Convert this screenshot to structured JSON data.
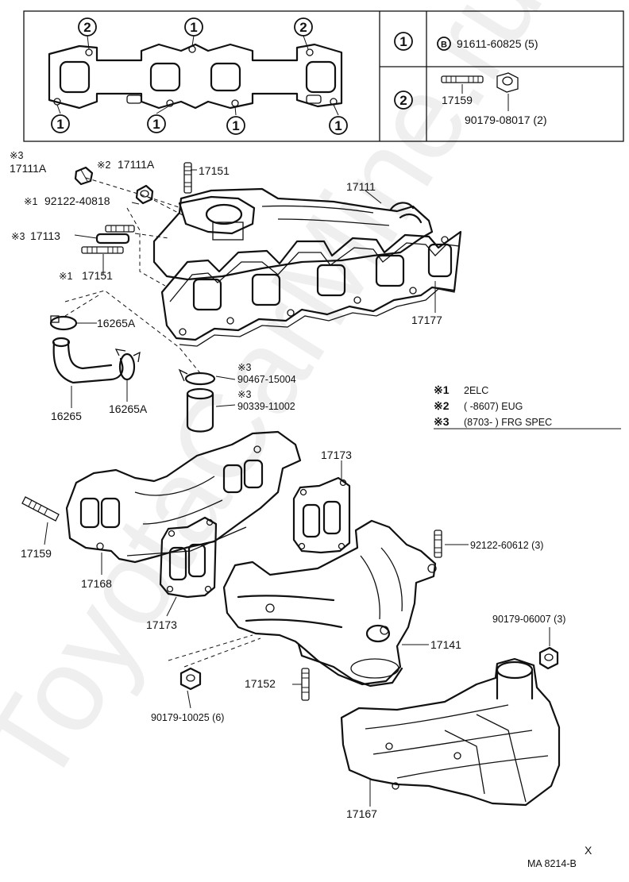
{
  "watermark": "ToyotaCarMine.ru",
  "gasket_callouts": {
    "one": "1",
    "two": "2"
  },
  "legend_table": {
    "row1_key": "1",
    "row1_b_symbol": "B",
    "row1_part": "91611-60825 (5)",
    "row2_key": "2",
    "row2_part_a": "17159",
    "row2_part_b": "90179-08017 (2)"
  },
  "parts": {
    "p17111A_3": {
      "mark": "※3",
      "num": "17111A"
    },
    "p17111A_2": {
      "mark": "※2",
      "num": "17111A"
    },
    "p17151_top": "17151",
    "p17111": "17111",
    "p92122_40818": {
      "mark": "※1",
      "num": "92122-40818"
    },
    "p17113": {
      "mark": "※3",
      "num": "17113"
    },
    "p17151_left": {
      "mark": "※1",
      "num": "17151"
    },
    "p16265A_top": "16265A",
    "p16265": "16265",
    "p16265A_bottom": "16265A",
    "p17177": "17177",
    "p90467": {
      "mark": "※3",
      "num": "90467-15004"
    },
    "p90339": {
      "mark": "※3",
      "num": "90339-11002"
    },
    "p17173_top": "17173",
    "p17159": "17159",
    "p17168": "17168",
    "p17173_bottom": "17173",
    "p92122_60612": "92122-60612 (3)",
    "p90179_06007": "90179-06007 (3)",
    "p17141": "17141",
    "p17152": "17152",
    "p90179_10025": "90179-10025 (6)",
    "p17167": "17167"
  },
  "notes": [
    {
      "mark": "※1",
      "text": "2ELC"
    },
    {
      "mark": "※2",
      "text": "(          -8607) EUG"
    },
    {
      "mark": "※3",
      "text": "(8703-          ) FRG SPEC"
    }
  ],
  "ref_code": "MA 8214-B",
  "ref_correction": "X"
}
